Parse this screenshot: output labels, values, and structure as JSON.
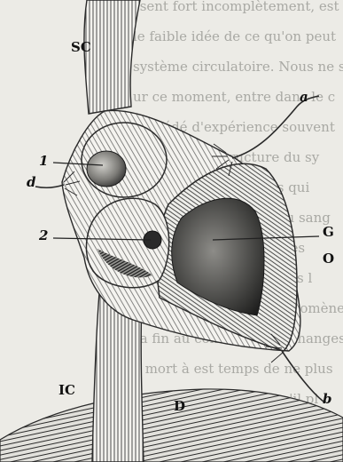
{
  "labels": {
    "sc": "SC",
    "a": "a",
    "one": "1",
    "d": "d",
    "two": "2",
    "g": "G",
    "o": "O",
    "ic": "IC",
    "dd": "D",
    "b": "b"
  },
  "background_text": [
    "ssent fort incomplètement, est",
    "le faible idée de ce qu'on peut",
    "système circulatoire. Nous ne s",
    "ur ce moment, entre dans le c",
    "procédé d'expérience souvent",
    "condaire, la structure du sy",
    "tenues et les éléments qui",
    "isme et sur la nature du sang",
    "ins, et leurs activités, des",
    "onctions des organes, ins l",
    "rce et les idées des phénomènes",
    "sa fin au contraire, in échanges s",
    "a mort à est temps de ne plus",
    "s ainsi à dominer ce qu'il pl"
  ]
}
